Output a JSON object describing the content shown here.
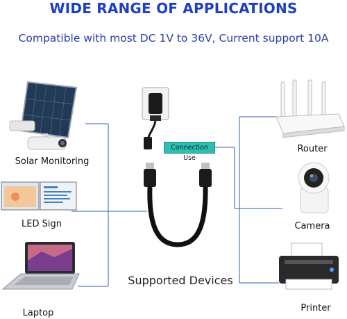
{
  "header": {
    "title": "WIDE RANGE OF APPLICATIONS",
    "subtitle": "Compatible with most DC 1V to 36V, Current support 10A"
  },
  "center": {
    "connection_label": "Connection Use",
    "caption": "Supported Devices"
  },
  "devices_left": [
    {
      "label": "Solar Monitoring",
      "icon": "solar-camera-icon"
    },
    {
      "label": "LED Sign",
      "icon": "led-sign-icon"
    },
    {
      "label": "Laptop",
      "icon": "laptop-icon"
    }
  ],
  "devices_right": [
    {
      "label": "Router",
      "icon": "router-icon"
    },
    {
      "label": "Camera",
      "icon": "camera-icon"
    },
    {
      "label": "Printer",
      "icon": "printer-icon"
    }
  ],
  "colors": {
    "title": "#1d3fc4",
    "subtitle": "#2a3fa8",
    "connector_lines": "#2f5fb0",
    "connection_badge": "#2fbfae"
  }
}
